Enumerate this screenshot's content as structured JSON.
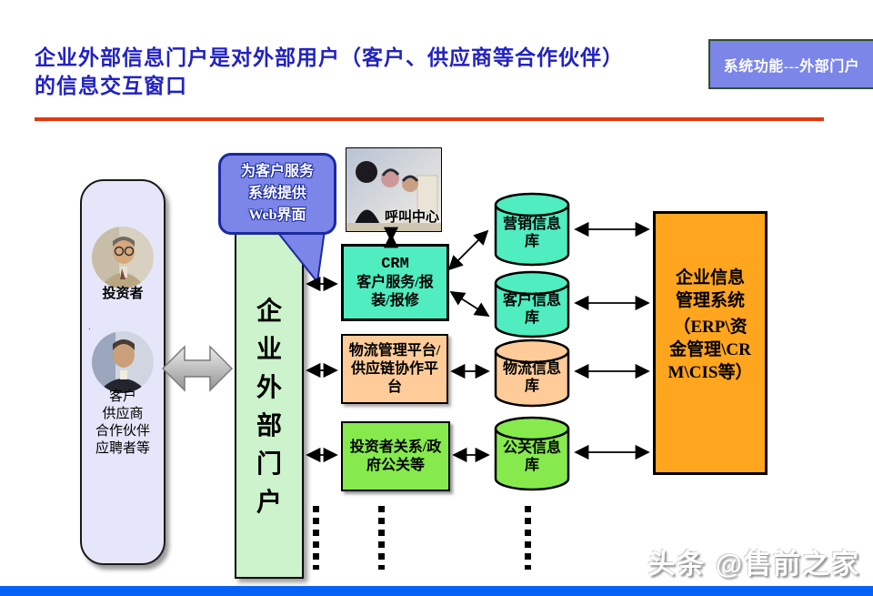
{
  "header": {
    "title": "企业外部信息门户是对外部用户（客户、供应商等合作伙伴）\n的信息交互窗口",
    "corner_tag": "系统功能---外部门户"
  },
  "users_panel": {
    "investor_label": "投资者",
    "dot": ".",
    "groups": "客户\n供应商\n合作伙伴\n应聘者等"
  },
  "bubble": {
    "text": "为客户服务\n系统提供\nWeb界面"
  },
  "portal": {
    "label": "企业外部门户"
  },
  "call_center": {
    "label": "呼叫中心"
  },
  "service_boxes": [
    {
      "title": "CRM",
      "body": "客户服务/报装/报修"
    },
    {
      "body": "物流管理平台/供应链协作平台"
    },
    {
      "body": "投资者关系/政府公关等"
    }
  ],
  "databases": [
    {
      "label": "营销信息库"
    },
    {
      "label": "客户信息库"
    },
    {
      "label": "物流信息库"
    },
    {
      "label": "公关信息库"
    }
  ],
  "erp": {
    "name": "企业信息管理系统",
    "detail": "（ERP\\资金管理\\CRM\\CIS等）"
  },
  "watermark": "头条 @售前之家",
  "colors": {
    "title_blue": "#2222C2",
    "divider_red": "#E0380E",
    "panel_blue": "#7B86E8",
    "portal_green": "#CCF3CC",
    "cyan": "#4FEDC0",
    "peach": "#FFCC99",
    "bright_green": "#86EA4C",
    "orange": "#FFA51E",
    "lavender": "#E6E6FA",
    "bottom_bar_blue": "#0662F6"
  }
}
